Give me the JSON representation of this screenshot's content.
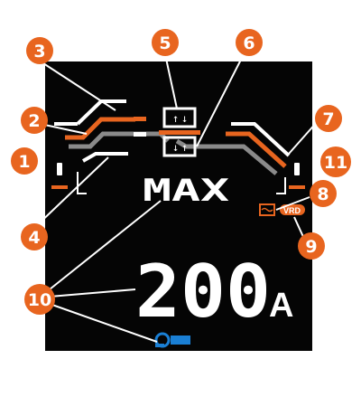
{
  "display": {
    "mode_text": "MAX",
    "current_value": "200",
    "current_unit": "A",
    "vrd_label": "VRD"
  },
  "callouts": [
    "1",
    "2",
    "3",
    "4",
    "5",
    "6",
    "7",
    "8",
    "9",
    "10",
    "11"
  ],
  "colors": {
    "accent": "#e8651f",
    "panel": "#050505",
    "segment": "#ffffff",
    "blue_icon": "#1a7fd4",
    "grey_line": "#8a8a8a"
  },
  "icons": [
    "left-torch-icon",
    "right-torch-icon",
    "water-cooling-icon",
    "vrd-icon",
    "remote-control-icon"
  ]
}
